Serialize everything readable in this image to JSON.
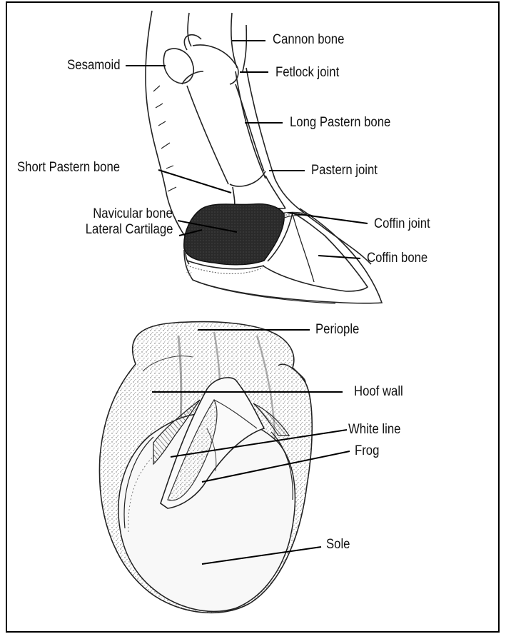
{
  "labels": {
    "cannon_bone": "Cannon bone",
    "sesamoid": "Sesamoid",
    "fetlock_joint": "Fetlock joint",
    "long_pastern_bone": "Long Pastern bone",
    "short_pastern_bone": "Short Pastern bone",
    "pastern_joint": "Pastern joint",
    "navicular_bone": "Navicular bone",
    "lateral_cartilage": "Lateral Cartilage",
    "coffin_joint": "Coffin joint",
    "coffin_bone": "Coffin bone",
    "periople": "Periople",
    "hoof_wall": "Hoof wall",
    "white_line": "White line",
    "frog": "Frog",
    "sole": "Sole"
  },
  "colors": {
    "ink": "#111111",
    "dark_fill": "#2a2a2a",
    "stipple": "#7a7a7a"
  }
}
